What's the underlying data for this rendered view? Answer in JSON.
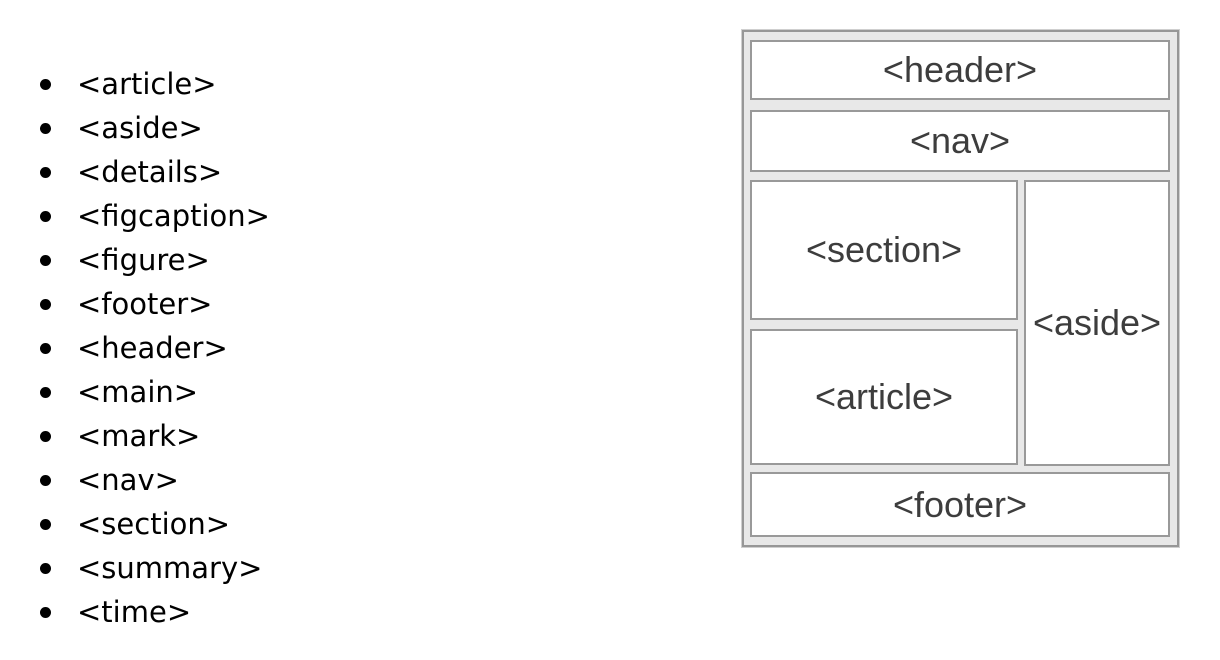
{
  "page": {
    "background_color": "#ffffff"
  },
  "semantic_tag_list": {
    "items": [
      "<article>",
      "<aside>",
      "<details>",
      "<figcaption>",
      "<figure>",
      "<footer>",
      "<header>",
      "<main>",
      "<mark>",
      "<nav>",
      "<section>",
      "<summary>",
      "<time>"
    ],
    "bullet_style": "black-disc",
    "text_color": "#000000"
  },
  "layout_diagram": {
    "description": "semantic page layout figure",
    "gutter_background": "#e8e8e8",
    "border_color": "#999999",
    "box_fill": "#ffffff",
    "label_color": "#3d3d3d",
    "boxes": [
      {
        "id": "header",
        "label": "<header>"
      },
      {
        "id": "nav",
        "label": "<nav>"
      },
      {
        "id": "section",
        "label": "<section>"
      },
      {
        "id": "article",
        "label": "<article>"
      },
      {
        "id": "aside",
        "label": "<aside>"
      },
      {
        "id": "footer",
        "label": "<footer>"
      }
    ]
  }
}
